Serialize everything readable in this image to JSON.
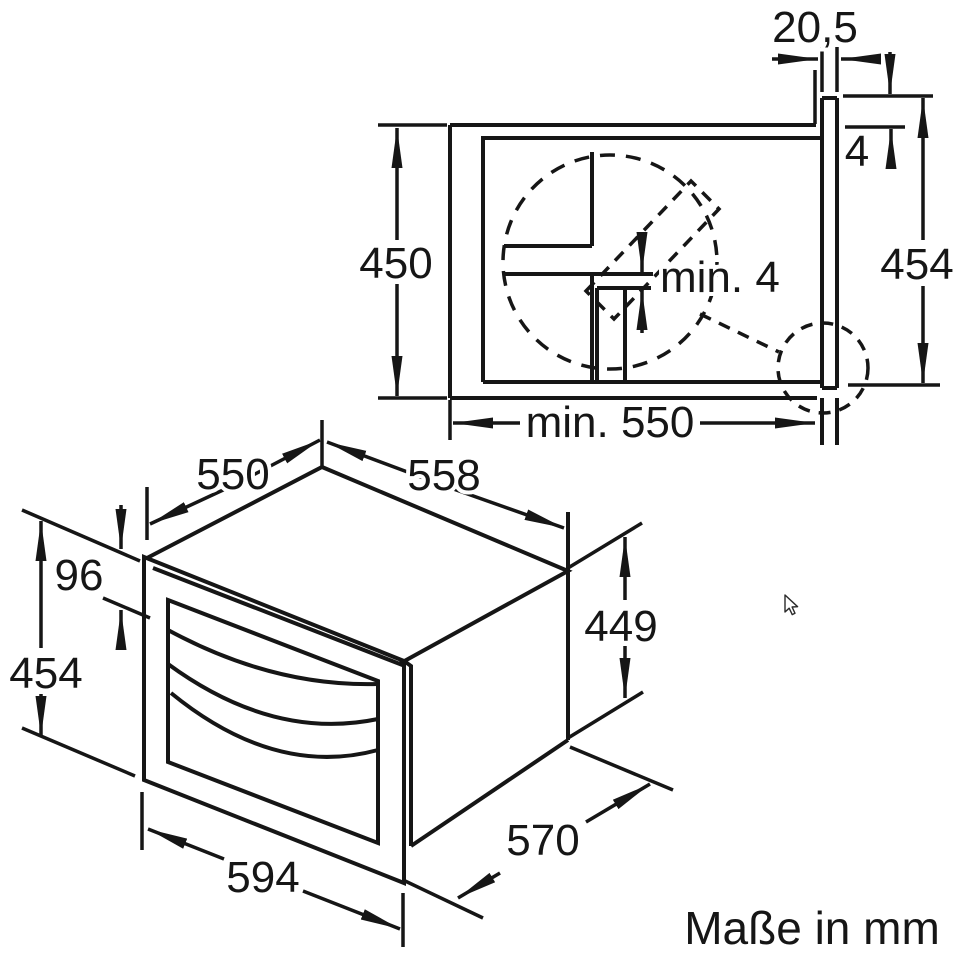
{
  "niche_view": {
    "labels": {
      "panel_thickness": "20,5",
      "top_overhang": "4",
      "front_height": "454",
      "niche_height": "450",
      "min_clearance": "min. 4",
      "min_niche_depth": "min. 550"
    }
  },
  "oven_view": {
    "labels": {
      "top_depth": "550",
      "top_width": "558",
      "control_panel_height": "96",
      "front_height": "454",
      "body_height": "449",
      "front_width": "594",
      "body_depth": "570"
    }
  },
  "footer": {
    "units_note": "Maße in mm"
  }
}
